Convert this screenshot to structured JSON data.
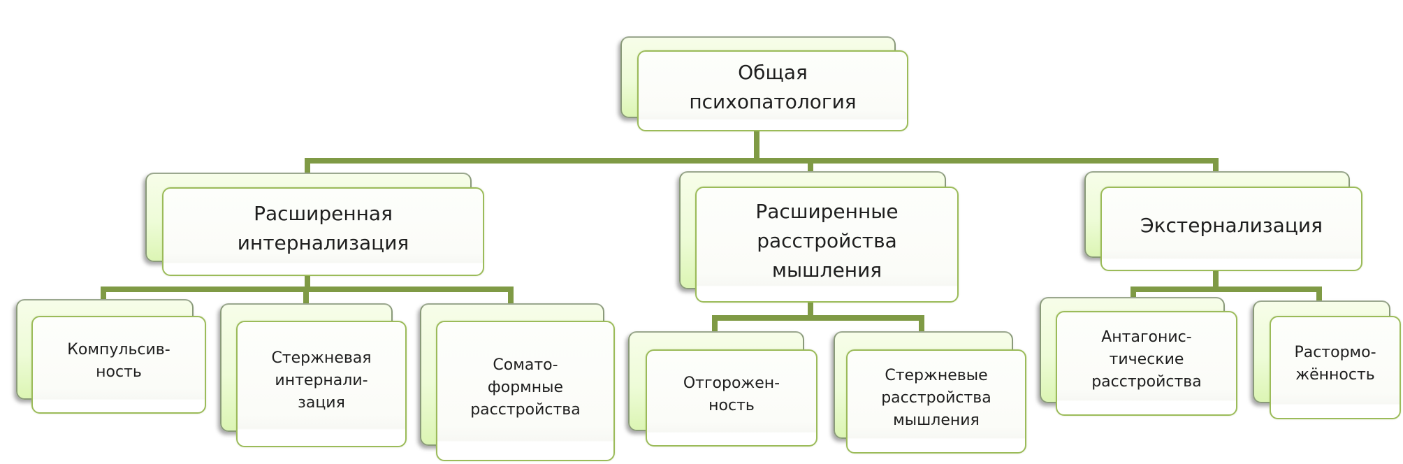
{
  "diagram": {
    "type": "hierarchy",
    "colors": {
      "connector": "#7f9a45",
      "node_border": "#9bbb59",
      "back_card_fill": "#e8fbcd",
      "text": "#1e1e1e"
    },
    "root": {
      "label": "Общая\nпсихопатология",
      "children": [
        {
          "label": "Расширенная\nинтернализация",
          "children": [
            {
              "label": "Компульсив-\nность"
            },
            {
              "label": "Стержневая\nинтернали-\nзация"
            },
            {
              "label": "Сомато-\nформные\nрасстройства"
            }
          ]
        },
        {
          "label": "Расширенные\nрасстройства\nмышления",
          "children": [
            {
              "label": "Отгорожен-\nность"
            },
            {
              "label": "Стержневые\nрасстройства\nмышления"
            }
          ]
        },
        {
          "label": "Экстернализация",
          "children": [
            {
              "label": "Антагонис-\nтические\nрасстройства"
            },
            {
              "label": "Растормо-\nжённость"
            }
          ]
        }
      ]
    }
  }
}
